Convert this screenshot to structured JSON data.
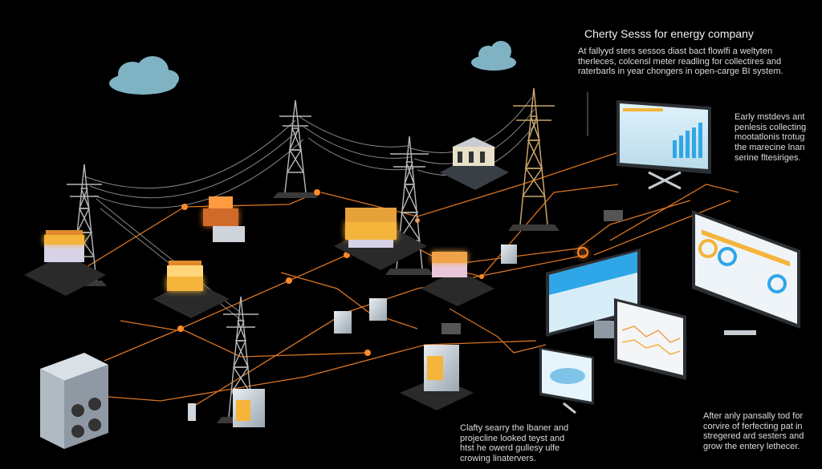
{
  "header": {
    "title": "Cherty Sesss for energy company",
    "intro_lines": [
      "At fallyyd sters sessos diast bact flowlfi a weltyten",
      "therleces, colcensl meter readling for collectires and",
      "raterbarls in year chongers in open-carge BI system."
    ]
  },
  "notes": {
    "top_right": [
      "Early mstdevs ant",
      "penlesis collecting",
      "mootatlonis trotug",
      "the marecine lnan",
      "serine fltesiriges."
    ],
    "bottom_center": [
      "Clafty searry the lbaner and",
      "projecline looked teyst and",
      "htst he owerd gullesy ulfe",
      "crowing linatervers."
    ],
    "bottom_right": [
      "After anly pansally tod for",
      "corvire of ferfecting pat in",
      "stregered ard sesters and",
      "grow the entery lethecer."
    ]
  },
  "colors": {
    "background": "#000000",
    "accent_orange": "#ff8a2a",
    "tower_gray": "#9a9a9a",
    "cloud": "#7fb3c4",
    "screen_blue": "#2fa6e8",
    "panel_yellow": "#f5b43a"
  },
  "icons": [
    "cloud-icon",
    "transmission-tower-icon",
    "server-icon",
    "monitor-icon",
    "substation-icon",
    "meter-icon"
  ]
}
